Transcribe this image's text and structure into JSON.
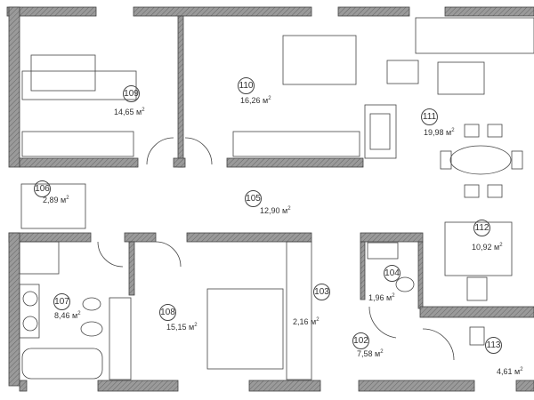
{
  "plan": {
    "area_unit": "м",
    "area_exp": "2",
    "rooms": [
      {
        "id": "102",
        "area": "7,58"
      },
      {
        "id": "103",
        "area": "2,16"
      },
      {
        "id": "104",
        "area": "1,96"
      },
      {
        "id": "105",
        "area": "12,90"
      },
      {
        "id": "106",
        "area": "2,89"
      },
      {
        "id": "107",
        "area": "8,46"
      },
      {
        "id": "108",
        "area": "15,15"
      },
      {
        "id": "109",
        "area": "14,65"
      },
      {
        "id": "110",
        "area": "16,26"
      },
      {
        "id": "111",
        "area": "19,98"
      },
      {
        "id": "112",
        "area": "10,92"
      },
      {
        "id": "113",
        "area": "4,61"
      }
    ],
    "colors": {
      "wall": "#8a8a8a",
      "line": "#444444"
    }
  }
}
